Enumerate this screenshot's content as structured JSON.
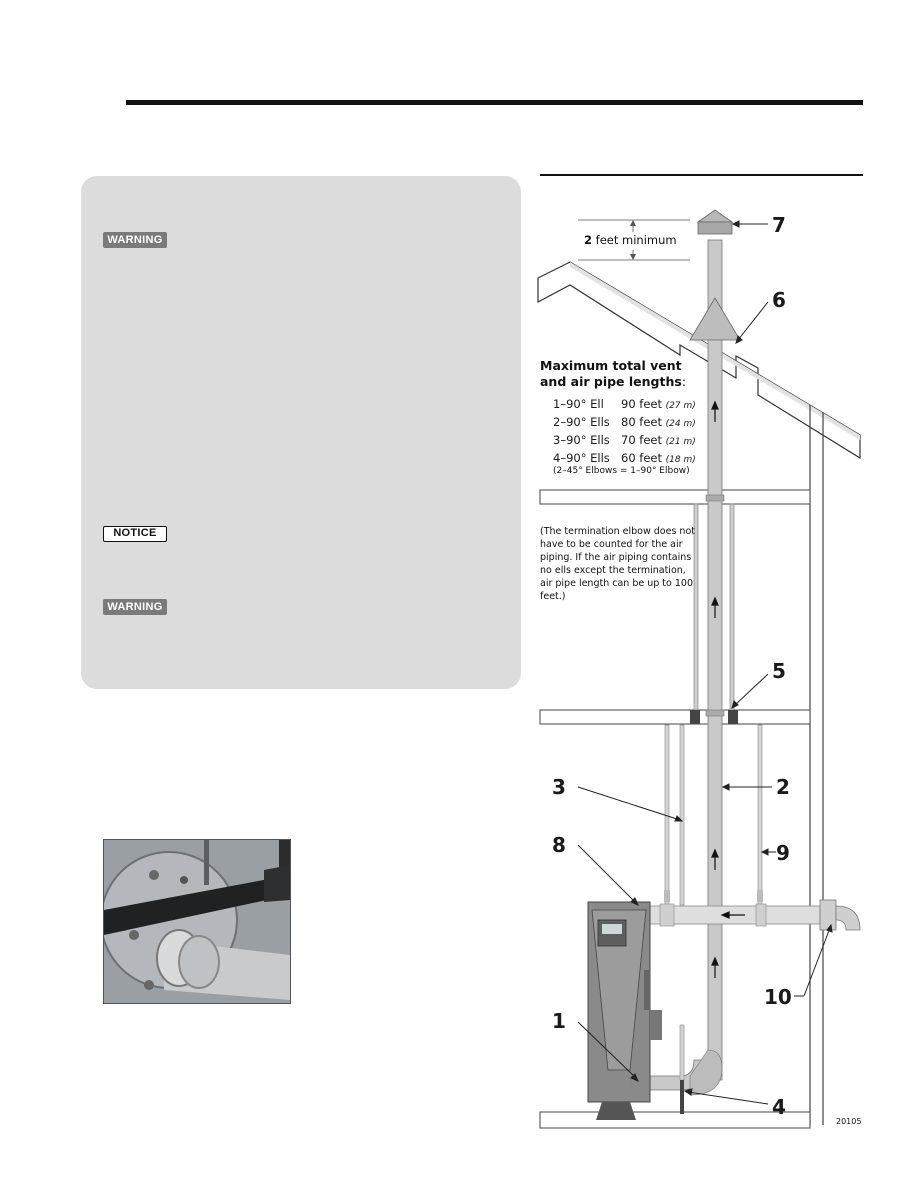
{
  "warning_panel": {
    "badge_1": "WARNING",
    "badge_2": "NOTICE",
    "badge_3": "WARNING"
  },
  "diagram": {
    "clearance_bold": "2",
    "clearance_text": " feet minimum",
    "max_title_line1": "Maximum total vent",
    "max_title_line2": "and air pipe lengths",
    "max_title_colon": ":",
    "lengths": [
      {
        "ells": "1–90° Ell",
        "feet": "90 feet",
        "metric": "(27 m)"
      },
      {
        "ells": "2–90° Ells",
        "feet": "80 feet",
        "metric": "(24 m)"
      },
      {
        "ells": "3–90° Ells",
        "feet": "70 feet",
        "metric": "(21 m)"
      },
      {
        "ells": "4–90° Ells",
        "feet": "60 feet",
        "metric": "(18 m)"
      }
    ],
    "elbow_note": "(2–45° Elbows = 1–90° Elbow)",
    "termination_note": "(The termination elbow does not have to be counted for the air piping. If the air piping contains no ells except the termination, air pipe length can be up to 100 feet.)",
    "callouts": [
      "7",
      "6",
      "5",
      "3",
      "2",
      "8",
      "9",
      "10",
      "1",
      "4"
    ],
    "figure_code": "20105"
  }
}
